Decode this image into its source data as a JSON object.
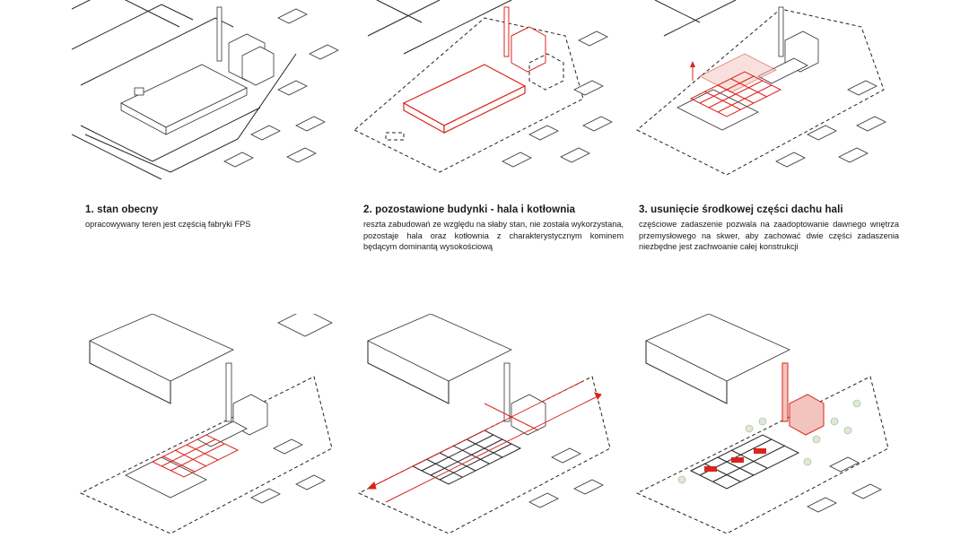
{
  "accent_color": "#d9251d",
  "steps": [
    {
      "title": "1. stan obecny",
      "description": "opracowywany teren jest częścią fabryki FPS"
    },
    {
      "title": "2. pozostawione budynki - hala i kotłownia",
      "description": "reszta zabudowań ze względu na słaby stan, nie została wykorzystana, pozostaje hala oraz kotłownia z charakterystycznym kominem będącym dominantą wysokościową"
    },
    {
      "title": "3. usunięcie środkowej części dachu hali",
      "description": "częściowe zadaszenie pozwala na zaadoptowanie dawnego wnętrza przemysłowego na skwer, aby zachować dwie części zadaszenia niezbędne jest  zachwoanie całej konstrukcji"
    }
  ]
}
